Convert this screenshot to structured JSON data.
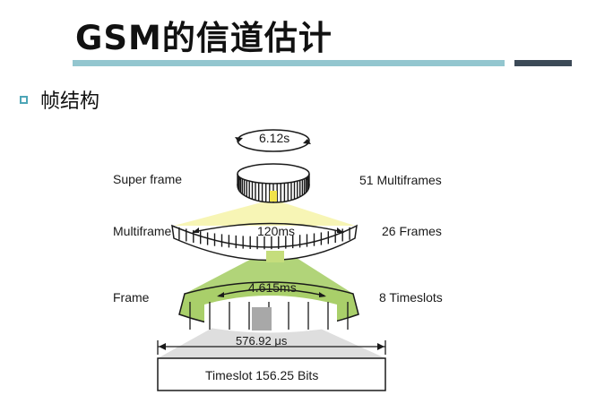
{
  "slide": {
    "title": "GSM的信道估计",
    "bullet": "帧结构"
  },
  "diagram": {
    "super_frame_label": "Super frame",
    "super_frame_count": "51 Multiframes",
    "super_frame_period": "6.12s",
    "multiframe_label": "Multiframe",
    "multiframe_count": "26 Frames",
    "multiframe_period": "120ms",
    "frame_label": "Frame",
    "frame_count": "8 Timeslots",
    "frame_period": "4.615ms",
    "timeslot_duration": "576.92 μs",
    "timeslot_label": "Timeslot 156.25 Bits"
  },
  "colors": {
    "accent_bar": "#93c6cf",
    "dark_bar": "#3c4a57",
    "bullet": "#4ea6b7",
    "highlight_yellow": "#f6f3a8",
    "highlight_green": "#a9cf6a",
    "timeslot_gray": "#a8a8a8"
  }
}
